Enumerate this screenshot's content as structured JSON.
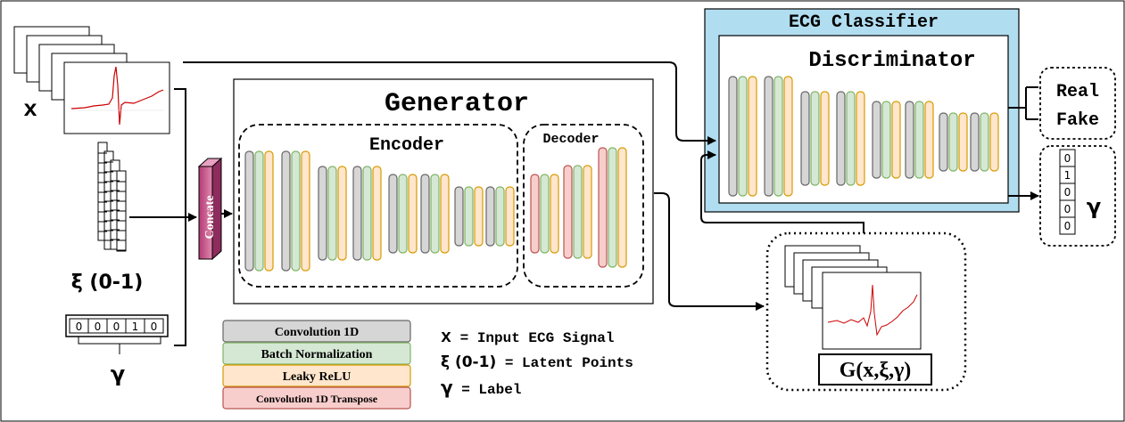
{
  "inputs": {
    "x_symbol": "x",
    "xi_symbol": "ξ (0-1)",
    "gamma_symbol": "γ",
    "label_vector": [
      "0",
      "0",
      "0",
      "1",
      "0"
    ]
  },
  "concat_label": "Concate",
  "generator": {
    "title": "Generator",
    "encoder_label": "Encoder",
    "decoder_label": "Decoder"
  },
  "classifier": {
    "title": "ECG Classifier",
    "discriminator_label": "Discriminator"
  },
  "outputs": {
    "real_label": "Real",
    "fake_label": "Fake",
    "label_vector": [
      "0",
      "1",
      "0",
      "0",
      "0"
    ],
    "gamma_symbol": "γ",
    "generated_label": "G(x,ξ,γ)"
  },
  "legend": {
    "items": [
      {
        "label": "Convolution 1D",
        "color": "#d6d6d6"
      },
      {
        "label": "Batch Normalization",
        "color": "#d5e8d4"
      },
      {
        "label": "Leaky ReLU",
        "color": "#ffe6cc"
      },
      {
        "label": "Convolution 1D Transpose",
        "color": "#f8cecc"
      }
    ]
  },
  "definitions": [
    {
      "symbol": "x",
      "text": " = Input ECG Signal"
    },
    {
      "symbol": "ξ (0-1)",
      "text": " = Latent Points"
    },
    {
      "symbol": "γ",
      "text": " = Label"
    }
  ],
  "colors": {
    "classifier_bg": "#b1ddf0",
    "concat": "#c8548a",
    "ecg_red": "#cc0000"
  }
}
